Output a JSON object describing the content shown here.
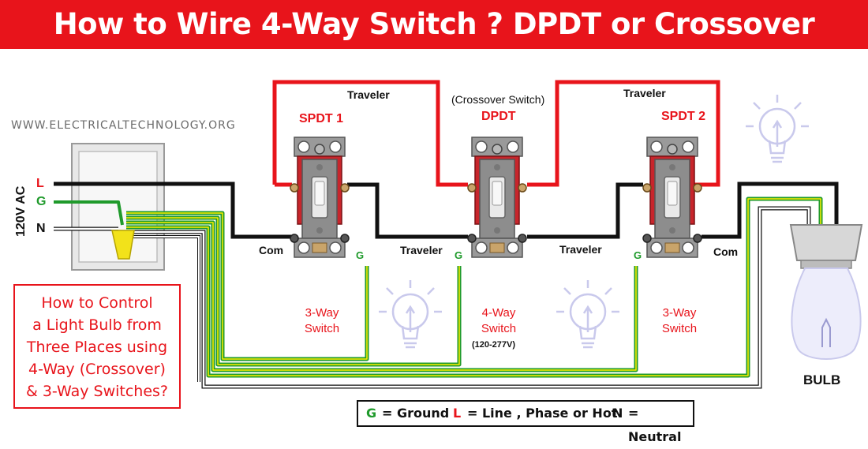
{
  "header": {
    "title": "How to Wire 4-Way Switch ? DPDT or Crossover Switch"
  },
  "website": "WWW.ELECTRICALTECHNOLOGY.ORG",
  "supply": {
    "voltage_label": "120V AC",
    "line": "L",
    "ground": "G",
    "neutral": "N"
  },
  "switches": {
    "left": {
      "name": "SPDT 1",
      "type_label": "3-Way Switch",
      "com_label": "Com",
      "ground_label": "G"
    },
    "middle": {
      "caption": "(Crossover Switch)",
      "name": "DPDT",
      "type_label": "4-Way Switch",
      "rating": "(120-277V)",
      "ground_label": "G"
    },
    "right": {
      "name": "SPDT 2",
      "type_label": "3-Way Switch",
      "com_label": "Com",
      "ground_label": "G"
    }
  },
  "wires": {
    "traveler_top_left": "Traveler",
    "traveler_top_right": "Traveler",
    "traveler_bottom_left": "Traveler",
    "traveler_bottom_right": "Traveler"
  },
  "bulb_label": "BULB",
  "question": "How to Control\na Light Bulb from\nThree Places using\n4-Way (Crossover)\n& 3-Way Switches?",
  "legend": {
    "g_symbol": "G",
    "g_text": "= Ground",
    "l_symbol": "L",
    "l_text": "= Line , Phase or Hot",
    "n_symbol": "N",
    "n_text": "= Neutral"
  },
  "colors": {
    "accent_red": "#e8141b",
    "ground_green": "#1f9a2b",
    "wire_black": "#111111",
    "switch_red": "#c8252b"
  }
}
